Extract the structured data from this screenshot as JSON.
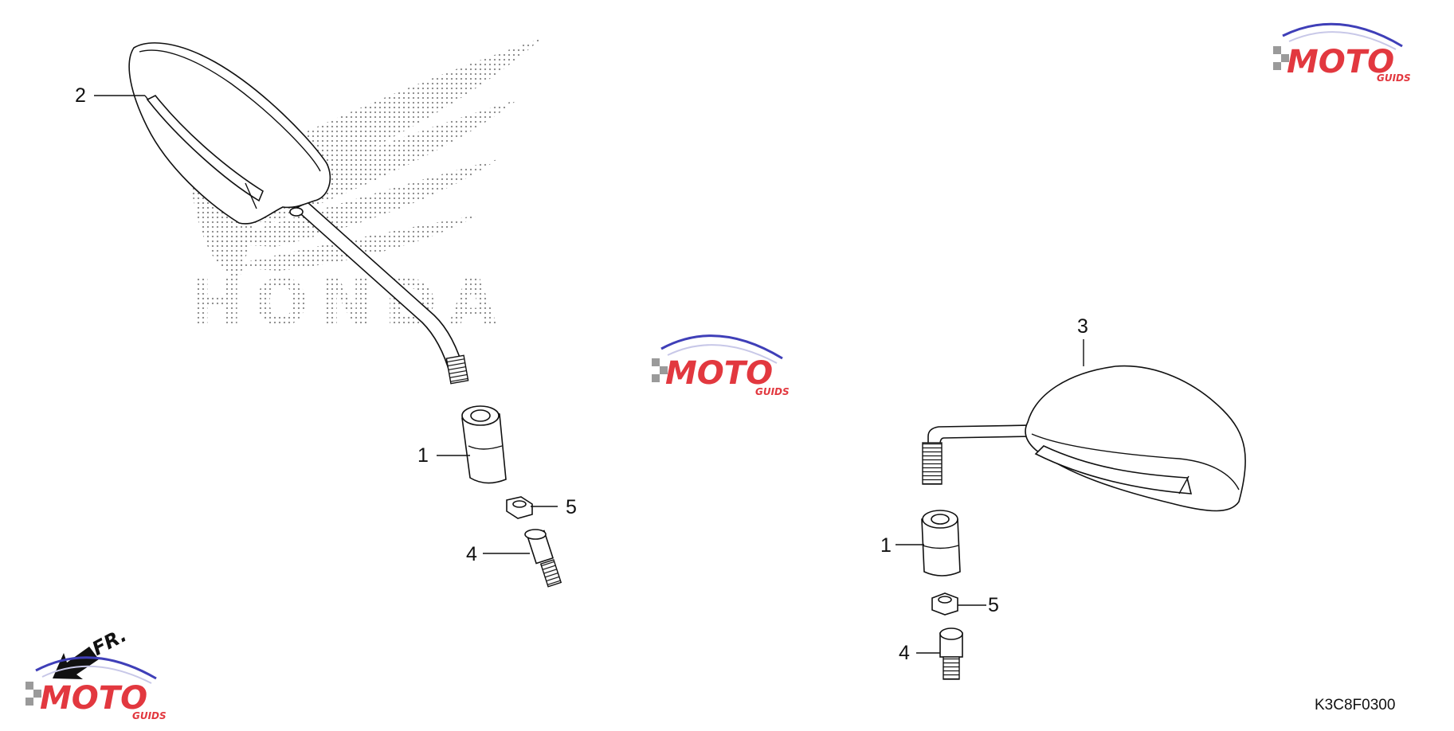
{
  "background_brand": {
    "text": "HONDA",
    "icon": "honda-wing-logo"
  },
  "watermark": {
    "text": "MOTO",
    "sub_text": "GUIDS",
    "colors": {
      "red": "#e2383f",
      "blue": "#3f3fb8",
      "gray": "#9a9a9a"
    }
  },
  "front_indicator": {
    "label": "FR.",
    "icon": "arrow-front-icon"
  },
  "callouts": {
    "left_mirror": "2",
    "right_mirror": "3",
    "left_adapter": "1",
    "left_nut": "5",
    "left_bolt": "4",
    "right_adapter": "1",
    "right_nut": "5",
    "right_bolt": "4"
  },
  "diagram_code": "K3C8F0300"
}
